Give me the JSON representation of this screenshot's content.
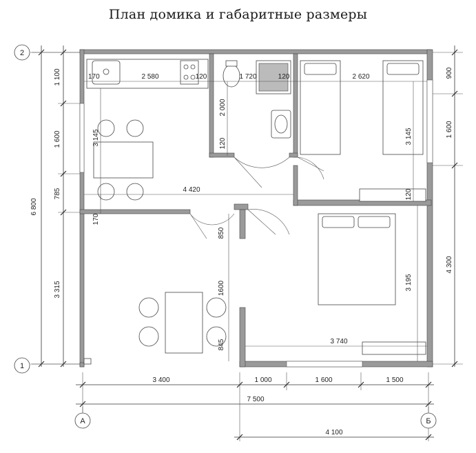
{
  "title": "План домика и габаритные размеры",
  "axes": {
    "row_top": "2",
    "row_bottom": "1",
    "col_left": "А",
    "col_right": "Б"
  },
  "dims": {
    "left_total": "6 800",
    "left_1100": "1 100",
    "left_1600": "1 600",
    "left_785": "785",
    "left_3315": "3 315",
    "right_900": "900",
    "right_1600": "1 600",
    "right_4300": "4 300",
    "bottom_3400": "3 400",
    "bottom_1000": "1 000",
    "bottom_1600": "1 600",
    "bottom_1500": "1 500",
    "bottom_7500": "7 500",
    "bottom_4100": "4 100",
    "kitchen_170": "170",
    "kitchen_2580": "2 580",
    "kitchen_120a": "120",
    "kitchen_3145": "3 145",
    "living_4420": "4 420",
    "living_170": "170",
    "bath_1720": "1 720",
    "bath_120": "120",
    "bath_2000": "2 000",
    "bath_120b": "120",
    "bed1_2620": "2 620",
    "bed1_3145": "3 145",
    "bed1_120": "120",
    "hall_850": "850",
    "hall_1600": "1600",
    "hall_845": "845",
    "bed2_3195": "3 195",
    "bed2_3740": "3 740"
  }
}
